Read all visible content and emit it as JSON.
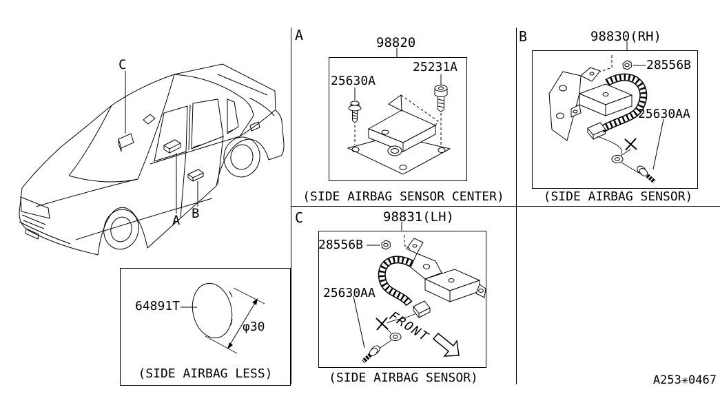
{
  "page": {
    "background": "#ffffff",
    "line_color": "#000000",
    "footer_code": "A253✳0467"
  },
  "car": {
    "callout_a": "A",
    "callout_b": "B",
    "callout_c": "C"
  },
  "section_a": {
    "letter": "A",
    "part_number": "98820",
    "label_screw": "25630A",
    "label_bolt": "25231A",
    "caption": "(SIDE AIRBAG SENSOR CENTER)"
  },
  "section_b": {
    "letter": "B",
    "part_number": "98830(RH)",
    "label_nut": "28556B",
    "label_bolt": "25630AA",
    "caption": "(SIDE AIRBAG SENSOR)"
  },
  "section_c": {
    "letter": "C",
    "part_number": "98831(LH)",
    "label_nut": "28556B",
    "label_bolt": "25630AA",
    "front_label": "FRONT",
    "caption": "(SIDE AIRBAG SENSOR)"
  },
  "section_less": {
    "part_number": "64891T",
    "diameter_label": "φ30",
    "caption": "(SIDE AIRBAG LESS)"
  }
}
